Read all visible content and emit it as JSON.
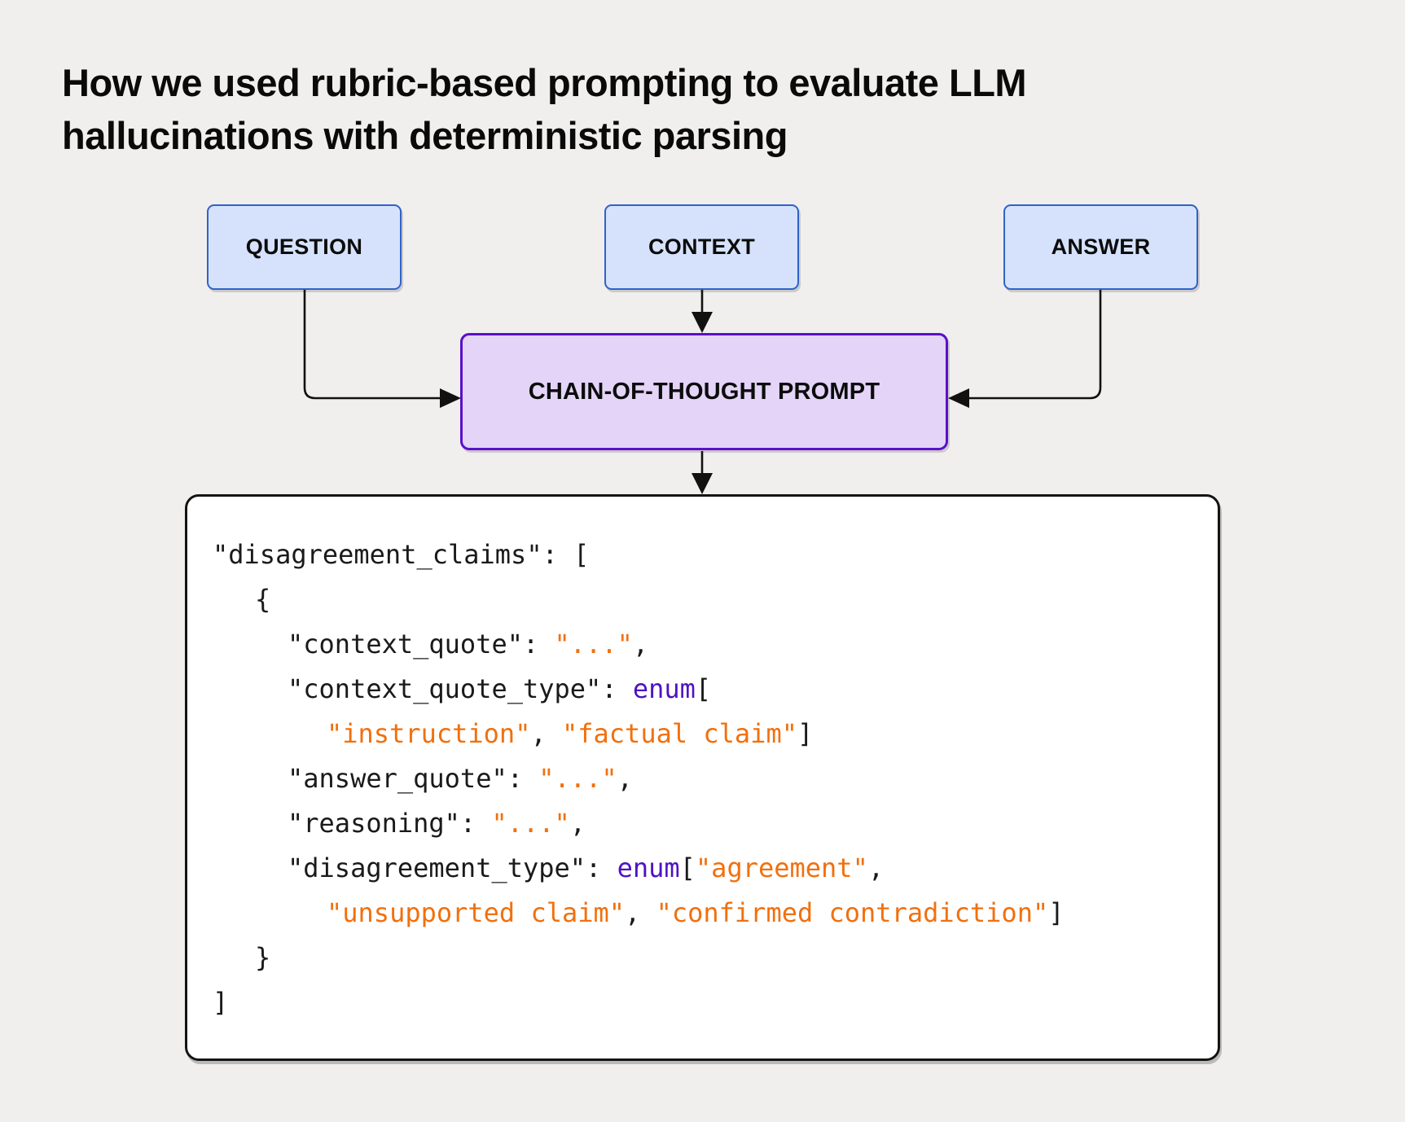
{
  "title_lines": [
    "How we used rubric-based prompting to evaluate LLM",
    "hallucinations with deterministic parsing"
  ],
  "nodes": {
    "question": {
      "label": "QUESTION"
    },
    "context": {
      "label": "CONTEXT"
    },
    "answer": {
      "label": "ANSWER"
    },
    "prompt": {
      "label": "CHAIN-OF-THOUGHT PROMPT"
    }
  },
  "code_block": {
    "lines": [
      {
        "indent": 0,
        "segments": [
          {
            "t": "\"disagreement_claims\": [",
            "c": "plain"
          }
        ]
      },
      {
        "indent": 1,
        "segments": [
          {
            "t": "{",
            "c": "plain"
          }
        ]
      },
      {
        "indent": 2,
        "segments": [
          {
            "t": "\"context_quote\": ",
            "c": "plain"
          },
          {
            "t": "\"...\"",
            "c": "string"
          },
          {
            "t": ",",
            "c": "plain"
          }
        ]
      },
      {
        "indent": 2,
        "segments": [
          {
            "t": "\"context_quote_type\": ",
            "c": "plain"
          },
          {
            "t": "enum",
            "c": "keyword"
          },
          {
            "t": "[",
            "c": "plain"
          }
        ]
      },
      {
        "indent": 3,
        "segments": [
          {
            "t": "\"instruction\"",
            "c": "string"
          },
          {
            "t": ", ",
            "c": "plain"
          },
          {
            "t": "\"factual claim\"",
            "c": "string"
          },
          {
            "t": "]",
            "c": "plain"
          }
        ]
      },
      {
        "indent": 2,
        "segments": [
          {
            "t": "\"answer_quote\": ",
            "c": "plain"
          },
          {
            "t": "\"...\"",
            "c": "string"
          },
          {
            "t": ",",
            "c": "plain"
          }
        ]
      },
      {
        "indent": 2,
        "segments": [
          {
            "t": "\"reasoning\": ",
            "c": "plain"
          },
          {
            "t": "\"...\"",
            "c": "string"
          },
          {
            "t": ",",
            "c": "plain"
          }
        ]
      },
      {
        "indent": 2,
        "segments": [
          {
            "t": "\"disagreement_type\": ",
            "c": "plain"
          },
          {
            "t": "enum",
            "c": "keyword"
          },
          {
            "t": "[",
            "c": "plain"
          },
          {
            "t": "\"agreement\"",
            "c": "string"
          },
          {
            "t": ",",
            "c": "plain"
          }
        ]
      },
      {
        "indent": 3,
        "segments": [
          {
            "t": "\"unsupported claim\"",
            "c": "string"
          },
          {
            "t": ", ",
            "c": "plain"
          },
          {
            "t": "\"confirmed contradiction\"",
            "c": "string"
          },
          {
            "t": "]",
            "c": "plain"
          }
        ]
      },
      {
        "indent": 1,
        "segments": [
          {
            "t": "}",
            "c": "plain"
          }
        ]
      },
      {
        "indent": 0,
        "segments": [
          {
            "t": "]",
            "c": "plain"
          }
        ]
      }
    ]
  },
  "colors": {
    "background": "#f0efed",
    "blue_box_fill": "#d6e2fb",
    "blue_box_border": "#2f63c9",
    "purple_box_fill": "#e3d4f8",
    "purple_box_border": "#5b10c9",
    "code_string_orange": "#f1700e",
    "code_keyword_purple": "#4e12c4",
    "arrow_black": "#111111"
  }
}
